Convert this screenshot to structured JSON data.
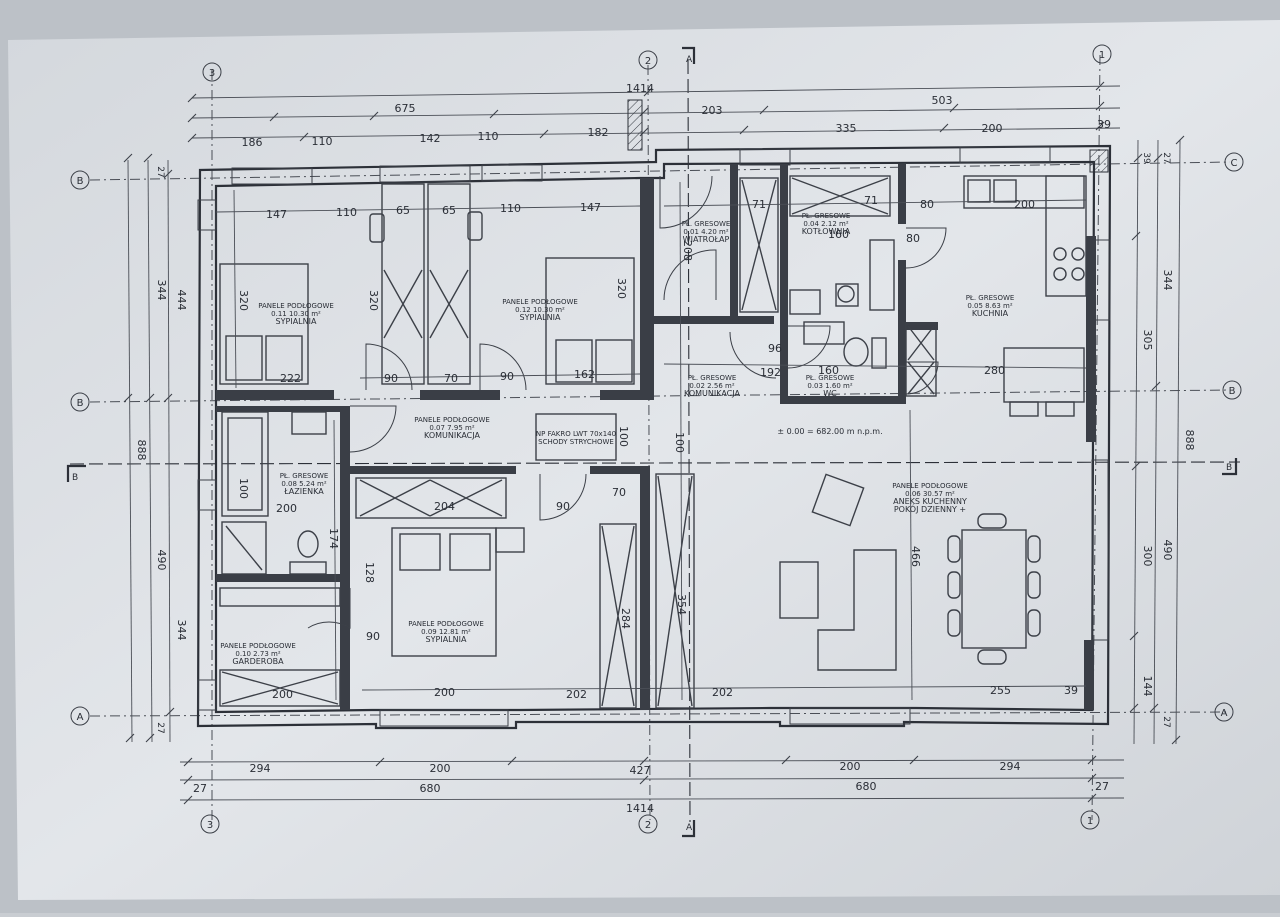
{
  "room_labels": {
    "sypialnia_nw": [
      "SYPIALNIA",
      "0.11     10.30 m²",
      "PANELE PODŁOGOWE"
    ],
    "sypialnia_n": [
      "SYPIALNIA",
      "0.12     10.30 m²",
      "PANELE PODŁOGOWE"
    ],
    "sypialnia_s": [
      "SYPIALNIA",
      "0.09     12.81 m²",
      "PANELE PODŁOGOWE"
    ],
    "komunikacja": [
      "KOMUNIKACJA",
      "0.07     7.95 m²",
      "PANELE PODŁOGOWE"
    ],
    "lazienka": [
      "ŁAZIENKA",
      "0.08     5.24 m²",
      "PŁ. GRESOWE"
    ],
    "garderoba": [
      "GARDEROBA",
      "0.10     2.73 m²",
      "PANELE PODŁOGOWE"
    ],
    "wiatrolap": [
      "WIATROŁAP",
      "0.01     4.20 m²",
      "PŁ. GRESOWE"
    ],
    "kotlownia": [
      "KOTŁOWNIA",
      "0.04     2.12 m²",
      "PŁ. GRESOWE"
    ],
    "komunikacja2": [
      "KOMUNIKACJA",
      "0.02     2.56 m²",
      "PŁ. GRESOWE"
    ],
    "wc": [
      "WC",
      "0.03     1.60 m²",
      "PŁ. GRESOWE"
    ],
    "kuchnia": [
      "KUCHNIA",
      "0.05     8.63 m²",
      "PŁ. GRESOWE"
    ],
    "pokoj": [
      "POKÓJ DZIENNY +",
      "ANEKS KUCHENNY",
      "0.06     30.57 m²",
      "PANELE PODŁOGOWE"
    ],
    "schody": [
      "SCHODY STRYCHOWE",
      "NP FAKRO LWT 70x140"
    ]
  },
  "level_note": "± 0.00 = 682.00 m n.p.m.",
  "axes": {
    "a": "A",
    "b": "B",
    "c": "C",
    "n1": "1",
    "n2": "2",
    "n3": "3"
  },
  "section_marks": {
    "a": "A",
    "b": "B"
  },
  "dims": {
    "top_total": "1414",
    "top_left": "675",
    "top_right": "503",
    "t186": "186",
    "t110a": "110",
    "t142": "142",
    "t110b": "110",
    "t182": "182",
    "t203": "203",
    "t335": "335",
    "t200": "200",
    "t39": "39",
    "bot_total": "1414",
    "bot_680a": "680",
    "bot_680b": "680",
    "b294a": "294",
    "b200a": "200",
    "b427": "427",
    "b200b": "200",
    "b294b": "294",
    "b27a": "27",
    "b27b": "27",
    "left_888": "888",
    "left_444": "444",
    "left_344a": "344",
    "left_490": "490",
    "left_344b": "344",
    "l27a": "27",
    "l27b": "27",
    "right_888": "888",
    "right_344": "344",
    "right_305": "305",
    "right_490": "490",
    "right_300": "300",
    "right_144": "144",
    "r27a": "27",
    "r27b": "27",
    "r39": "39",
    "i147a": "147",
    "i110": "110",
    "i65a": "65",
    "i65b": "65",
    "i110b": "110",
    "i147b": "147",
    "i320a": "320",
    "i320b": "320",
    "i320c": "320",
    "i222": "222",
    "i162": "162",
    "i90a": "90",
    "i70": "70",
    "i90b": "90",
    "i100a": "100",
    "i100b": "100",
    "i100c": "100",
    "i174": "174",
    "i200a": "200",
    "i200b": "200",
    "i200c": "200",
    "i202a": "202",
    "i202b": "202",
    "i255": "255",
    "i204": "204",
    "i284": "284",
    "i354": "354",
    "i466": "466",
    "i128": "128",
    "i90c": "90",
    "i90d": "90",
    "i70b": "70",
    "i71a": "71",
    "i71b": "71",
    "i160a": "160",
    "i160b": "160",
    "i208": "208",
    "i80a": "80",
    "i80b": "80",
    "i200d": "200",
    "i280": "280",
    "i39": "39",
    "i96": "96",
    "i192": "192"
  }
}
